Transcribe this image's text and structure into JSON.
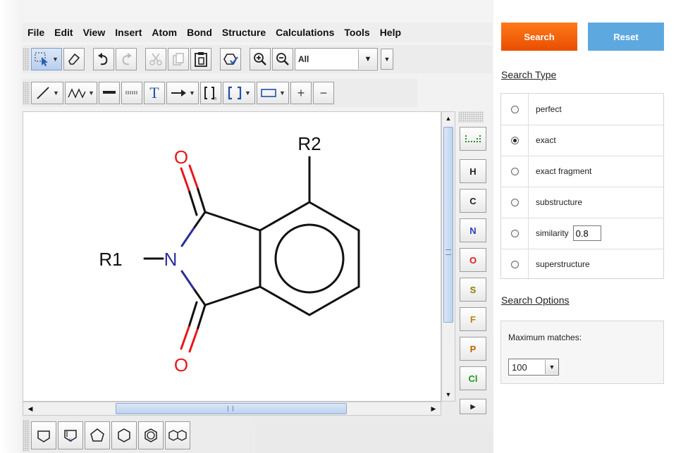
{
  "menu": [
    {
      "label": "File"
    },
    {
      "label": "Edit"
    },
    {
      "label": "View"
    },
    {
      "label": "Insert"
    },
    {
      "label": "Atom"
    },
    {
      "label": "Bond"
    },
    {
      "label": "Structure"
    },
    {
      "label": "Calculations"
    },
    {
      "label": "Tools"
    },
    {
      "label": "Help"
    }
  ],
  "toolbar1": {
    "icons": [
      "select-icon",
      "eraser-icon",
      "undo-icon",
      "redo-icon",
      "cut-icon",
      "copy-icon",
      "paste-icon",
      "clean-icon",
      "zoom-in-icon",
      "zoom-out-icon"
    ],
    "zoom_value": "All"
  },
  "toolbar2": {
    "icons": [
      "single-bond-icon",
      "chain-icon",
      "bold-bond-icon",
      "hashed-bond-icon",
      "text-icon",
      "arrow-icon",
      "bracket-n-icon",
      "bracket-icon",
      "rectangle-icon",
      "plus-icon",
      "minus-icon"
    ],
    "text_glyph": "T",
    "plus_glyph": "+",
    "minus_glyph": "−"
  },
  "molecule": {
    "labels": {
      "o_top": "O",
      "o_bottom": "O",
      "n": "N",
      "r1": "R1",
      "r2": "R2"
    },
    "colors": {
      "oxygen": "#e8171a",
      "nitrogen": "#2d2d9c",
      "bond": "#111111"
    }
  },
  "atom_palette": [
    {
      "label": "",
      "icon": "periodic-table-icon",
      "color": "#2e8b2e"
    },
    {
      "label": "H",
      "color": "#222222"
    },
    {
      "label": "C",
      "color": "#222222"
    },
    {
      "label": "N",
      "color": "#2c3fbf"
    },
    {
      "label": "O",
      "color": "#e01b1b"
    },
    {
      "label": "S",
      "color": "#8c7a00"
    },
    {
      "label": "F",
      "color": "#b8860b"
    },
    {
      "label": "P",
      "color": "#c06000"
    },
    {
      "label": "Cl",
      "color": "#1a9a1a"
    }
  ],
  "templates": [
    "pentagon-icon",
    "pyrrole-icon",
    "cyclopentane-icon",
    "hexagon-icon",
    "benzene-icon",
    "naphthalene-icon"
  ],
  "panel": {
    "search_label": "Search",
    "reset_label": "Reset",
    "search_type_title": "Search Type",
    "search_types": [
      {
        "label": "perfect",
        "selected": false
      },
      {
        "label": "exact",
        "selected": true
      },
      {
        "label": "exact fragment",
        "selected": false
      },
      {
        "label": "substructure",
        "selected": false
      },
      {
        "label": "similarity",
        "selected": false
      },
      {
        "label": "superstructure",
        "selected": false
      }
    ],
    "similarity_value": "0.8",
    "search_options_title": "Search Options",
    "max_matches_label": "Maximum matches:",
    "max_matches_value": "100"
  },
  "colors": {
    "search_button": "#f05a0a",
    "reset_button": "#5ea8e0"
  }
}
